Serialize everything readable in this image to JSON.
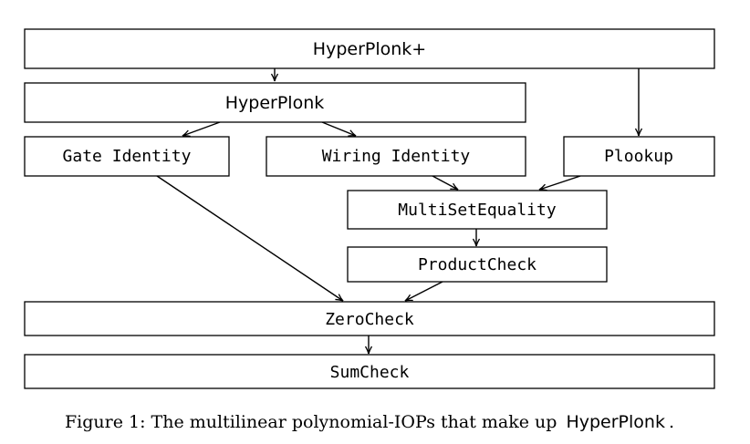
{
  "nodes": {
    "hyperplonk_plus": "HyperPlonk+",
    "hyperplonk": "HyperPlonk",
    "gate_identity": "Gate Identity",
    "wiring_identity": "Wiring Identity",
    "plookup": "Plookup",
    "multiset_equality": "MultiSetEquality",
    "product_check": "ProductCheck",
    "zero_check": "ZeroCheck",
    "sum_check": "SumCheck"
  },
  "caption": {
    "prefix": "Figure 1: The multilinear polynomial-IOPs that make up",
    "name": "HyperPlonk",
    "suffix": "."
  }
}
